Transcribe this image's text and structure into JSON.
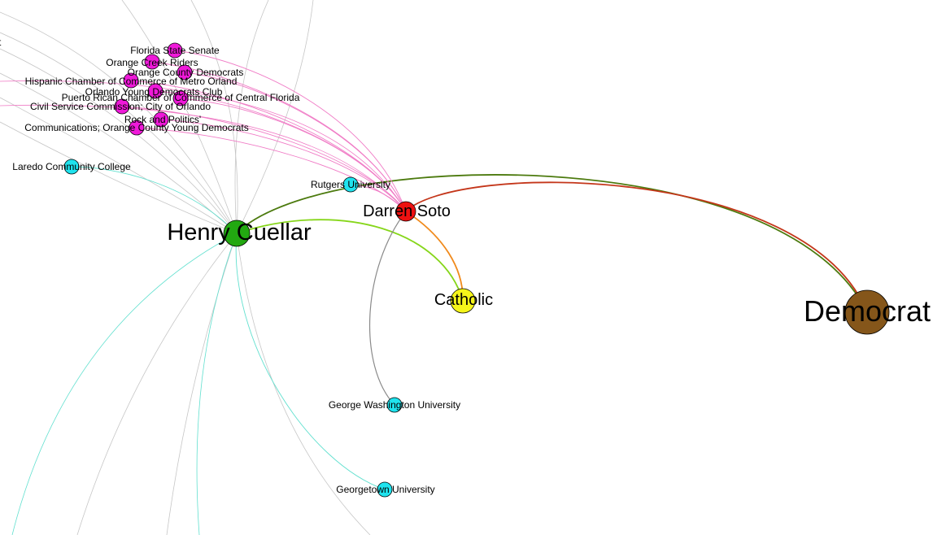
{
  "palette": {
    "hub_green": "#22a811",
    "hub_red": "#ee1111",
    "hub_yellow": "#f5f51a",
    "hub_brown": "#85561a",
    "node_magenta": "#ef19d9",
    "node_cyan": "#1fe3ee",
    "edge_gray": "#c6c6c6",
    "edge_cyan": "#62e0cf",
    "edge_pink": "#f07cc6"
  },
  "nodes": {
    "cuellar": {
      "label": "Henry Cuellar",
      "kind": "hub"
    },
    "soto": {
      "label": "Darren Soto",
      "kind": "hub"
    },
    "catholic": {
      "label": "Catholic",
      "kind": "hub"
    },
    "democrat": {
      "label": "Democrat",
      "kind": "hub"
    },
    "fl_senate": {
      "label": "Florida State Senate",
      "kind": "organization"
    },
    "oc_riders": {
      "label": "Orange Creek Riders",
      "kind": "organization"
    },
    "oc_dems": {
      "label": "Orange County Democrats",
      "kind": "organization"
    },
    "hisp_cc": {
      "label": "Hispanic Chamber of Commerce of Metro Orland",
      "kind": "organization"
    },
    "oy_dems": {
      "label": "Orlando Young Democrats Club",
      "kind": "organization"
    },
    "pr_cc": {
      "label": "Puerto Rican Chamber of Commerce of Central Florida",
      "kind": "organization"
    },
    "civil": {
      "label": "Civil Service Commission; City of Orlando",
      "kind": "organization"
    },
    "rock": {
      "label": "Rock and Politics'",
      "kind": "organization"
    },
    "comms": {
      "label": "Communications; Orange County Young Democrats",
      "kind": "organization"
    },
    "t_edge": {
      "label": "t",
      "kind": "organization"
    },
    "laredo": {
      "label": "Laredo Community College",
      "kind": "school"
    },
    "rutgers": {
      "label": "Rutgers University",
      "kind": "school"
    },
    "gwu": {
      "label": "George Washington University",
      "kind": "school"
    },
    "gtown": {
      "label": "Georgetown University",
      "kind": "school"
    }
  },
  "edges": [
    {
      "source": "cuellar",
      "target": "democrat",
      "color": "#4c7a0e"
    },
    {
      "source": "soto",
      "target": "democrat",
      "color": "#c4361a"
    },
    {
      "source": "cuellar",
      "target": "catholic",
      "color": "#86d61a"
    },
    {
      "source": "soto",
      "target": "catholic",
      "color": "#f08a1c"
    },
    {
      "source": "soto",
      "target": "gwu",
      "color": "#8a8a8a"
    },
    {
      "source": "cuellar",
      "target": "laredo",
      "color": "#62e0cf"
    },
    {
      "source": "cuellar",
      "target": "gtown",
      "color": "#62e0cf"
    },
    {
      "source": "soto",
      "target": "rutgers",
      "color": "#f07cc6"
    },
    {
      "source": "soto",
      "target": "fl_senate",
      "color": "#f07cc6"
    },
    {
      "source": "soto",
      "target": "oc_riders",
      "color": "#f07cc6"
    },
    {
      "source": "soto",
      "target": "oc_dems",
      "color": "#f07cc6"
    },
    {
      "source": "soto",
      "target": "hisp_cc",
      "color": "#f07cc6"
    },
    {
      "source": "soto",
      "target": "oy_dems",
      "color": "#f07cc6"
    },
    {
      "source": "soto",
      "target": "pr_cc",
      "color": "#f07cc6"
    },
    {
      "source": "soto",
      "target": "civil",
      "color": "#f07cc6"
    },
    {
      "source": "soto",
      "target": "rock",
      "color": "#f07cc6"
    },
    {
      "source": "soto",
      "target": "comms",
      "color": "#f07cc6"
    }
  ]
}
